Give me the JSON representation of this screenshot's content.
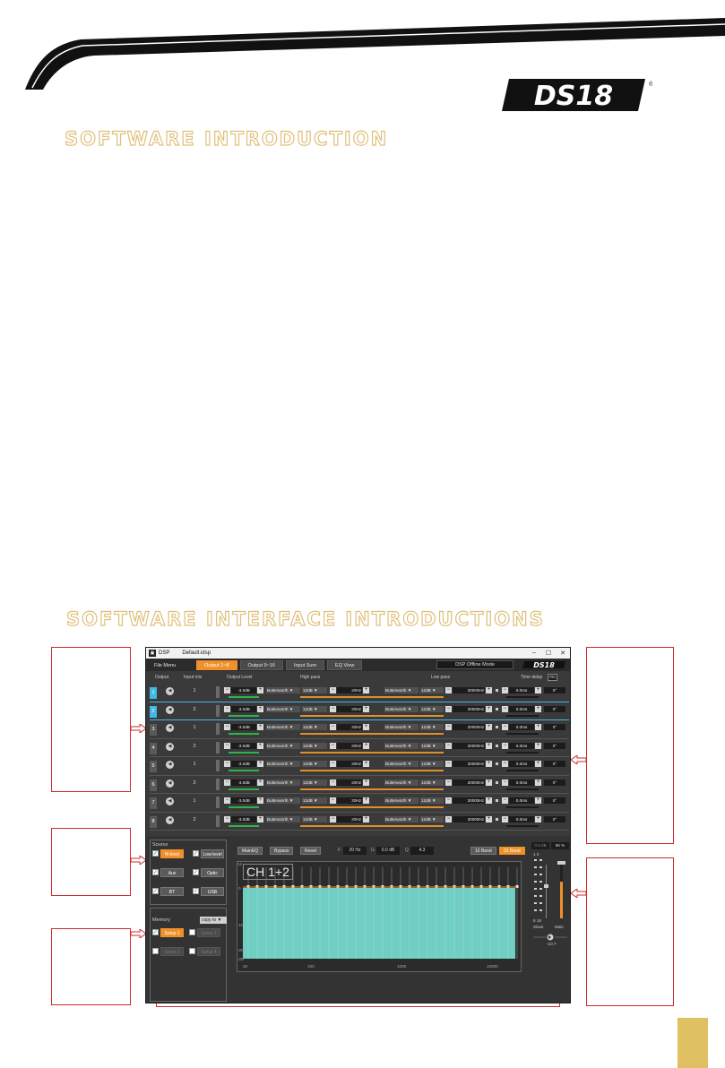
{
  "brand": {
    "logo": "DS18",
    "accent_color": "#dfc07a",
    "highlight_color": "#f0902a"
  },
  "sections": {
    "intro_title": "SOFTWARE INTRODUCTION",
    "interface_title": "SOFTWARE INTERFACE INTRODUCTIONS"
  },
  "app": {
    "icon_label": "DSP",
    "title": "DSP",
    "file_name": "Default.idsp",
    "window_controls": [
      "–",
      "☐",
      "✕"
    ],
    "tabs": [
      {
        "label": "File Menu",
        "active": false
      },
      {
        "label": "Output 1~8",
        "active": true
      },
      {
        "label": "Output 9~16",
        "active": false
      },
      {
        "label": "Input Sum",
        "active": false
      },
      {
        "label": "EQ View",
        "active": false
      }
    ],
    "mode_label": "DSP Offline Mode",
    "column_headers": {
      "output": "Output",
      "input_mix": "Input mix",
      "output_level": "Output Level",
      "high_pass": "High pass",
      "low_pass": "Low pass",
      "time_delay": "Time delay",
      "delay_unit": "ms"
    },
    "channels": [
      {
        "output": "1",
        "input_mix": "1",
        "level": "-3.0dB",
        "hp_type": "Butterworth",
        "hp_slope": "12dB",
        "hp_freq": "20Hz",
        "lp_type": "Butterworth",
        "lp_slope": "12dB",
        "lp_freq": "20000Hz",
        "delay": "0.0ms",
        "phase": "0°",
        "selected": true
      },
      {
        "output": "2",
        "input_mix": "2",
        "level": "-3.0dB",
        "hp_type": "Butterworth",
        "hp_slope": "12dB",
        "hp_freq": "20Hz",
        "lp_type": "Butterworth",
        "lp_slope": "12dB",
        "lp_freq": "20000Hz",
        "delay": "0.0ms",
        "phase": "0°",
        "selected": true
      },
      {
        "output": "3",
        "input_mix": "1",
        "level": "-3.0dB",
        "hp_type": "Butterworth",
        "hp_slope": "12dB",
        "hp_freq": "20Hz",
        "lp_type": "Butterworth",
        "lp_slope": "12dB",
        "lp_freq": "20000Hz",
        "delay": "0.0ms",
        "phase": "0°",
        "selected": false
      },
      {
        "output": "4",
        "input_mix": "2",
        "level": "-3.0dB",
        "hp_type": "Butterworth",
        "hp_slope": "12dB",
        "hp_freq": "20Hz",
        "lp_type": "Butterworth",
        "lp_slope": "12dB",
        "lp_freq": "20000Hz",
        "delay": "0.0ms",
        "phase": "0°",
        "selected": false
      },
      {
        "output": "5",
        "input_mix": "1",
        "level": "-3.0dB",
        "hp_type": "Butterworth",
        "hp_slope": "12dB",
        "hp_freq": "20Hz",
        "lp_type": "Butterworth",
        "lp_slope": "12dB",
        "lp_freq": "20000Hz",
        "delay": "0.0ms",
        "phase": "0°",
        "selected": false
      },
      {
        "output": "6",
        "input_mix": "2",
        "level": "-3.0dB",
        "hp_type": "Butterworth",
        "hp_slope": "12dB",
        "hp_freq": "20Hz",
        "lp_type": "Butterworth",
        "lp_slope": "12dB",
        "lp_freq": "20000Hz",
        "delay": "0.0ms",
        "phase": "0°",
        "selected": false
      },
      {
        "output": "7",
        "input_mix": "1",
        "level": "-3.0dB",
        "hp_type": "Butterworth",
        "hp_slope": "12dB",
        "hp_freq": "20Hz",
        "lp_type": "Butterworth",
        "lp_slope": "12dB",
        "lp_freq": "20000Hz",
        "delay": "0.0ms",
        "phase": "0°",
        "selected": false
      },
      {
        "output": "8",
        "input_mix": "2",
        "level": "-3.0dB",
        "hp_type": "Butterworth",
        "hp_slope": "12dB",
        "hp_freq": "20Hz",
        "lp_type": "Butterworth",
        "lp_slope": "12dB",
        "lp_freq": "20000Hz",
        "delay": "0.0ms",
        "phase": "0°",
        "selected": false
      }
    ],
    "source": {
      "label": "Source",
      "items": [
        {
          "label": "Hi-level",
          "checked": true,
          "active": true
        },
        {
          "label": "Low-level",
          "checked": true,
          "active": false
        },
        {
          "label": "Aux",
          "checked": true,
          "active": false
        },
        {
          "label": "Optic",
          "checked": true,
          "active": false
        },
        {
          "label": "BT",
          "checked": true,
          "active": false
        },
        {
          "label": "USB",
          "checked": true,
          "active": false
        }
      ]
    },
    "memory": {
      "label": "Memory",
      "copy_to": "copy to",
      "items": [
        {
          "label": "Setup 1",
          "checked": true,
          "active": true
        },
        {
          "label": "Setup 2",
          "checked": false,
          "active": false
        },
        {
          "label": "Setup 3",
          "checked": false,
          "active": false
        },
        {
          "label": "Setup 4",
          "checked": false,
          "active": false
        }
      ]
    },
    "eq": {
      "buttons": {
        "main_eq": "MainEQ",
        "bypass": "Bypass",
        "reset": "Reset",
        "band10": "10 Band",
        "band31": "31 Band"
      },
      "f_label": "F",
      "f_value": "20 Hz",
      "g_label": "G",
      "g_value": "0.0 dB",
      "q_label": "Q",
      "q_value": "4.3",
      "graph_title": "CH 1+2",
      "y_ticks": [
        "12",
        "0",
        "-10",
        "-20",
        "-25"
      ],
      "x_ticks": [
        "20",
        "100",
        "1000",
        "10000"
      ]
    },
    "master": {
      "value_left": "0.0 dB",
      "value_right": "66 %",
      "slave_label": "Slave",
      "main_label": "Main",
      "scale_top": "1  0",
      "scale_bottom": "8  16",
      "volume_readout": "-10.7",
      "main_level_pct": 66
    }
  }
}
